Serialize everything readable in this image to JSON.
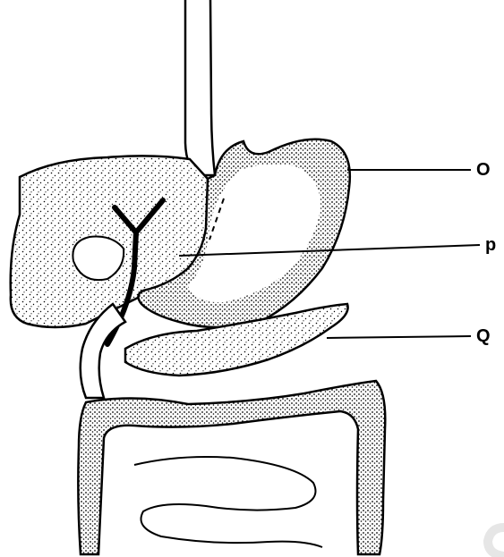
{
  "diagram": {
    "labels": {
      "o": "O",
      "p": "p",
      "q": "Q"
    }
  },
  "colors": {
    "ink": "#000000",
    "paper": "#ffffff"
  },
  "icons": {
    "watermark": "c-shaped-watermark-icon"
  }
}
